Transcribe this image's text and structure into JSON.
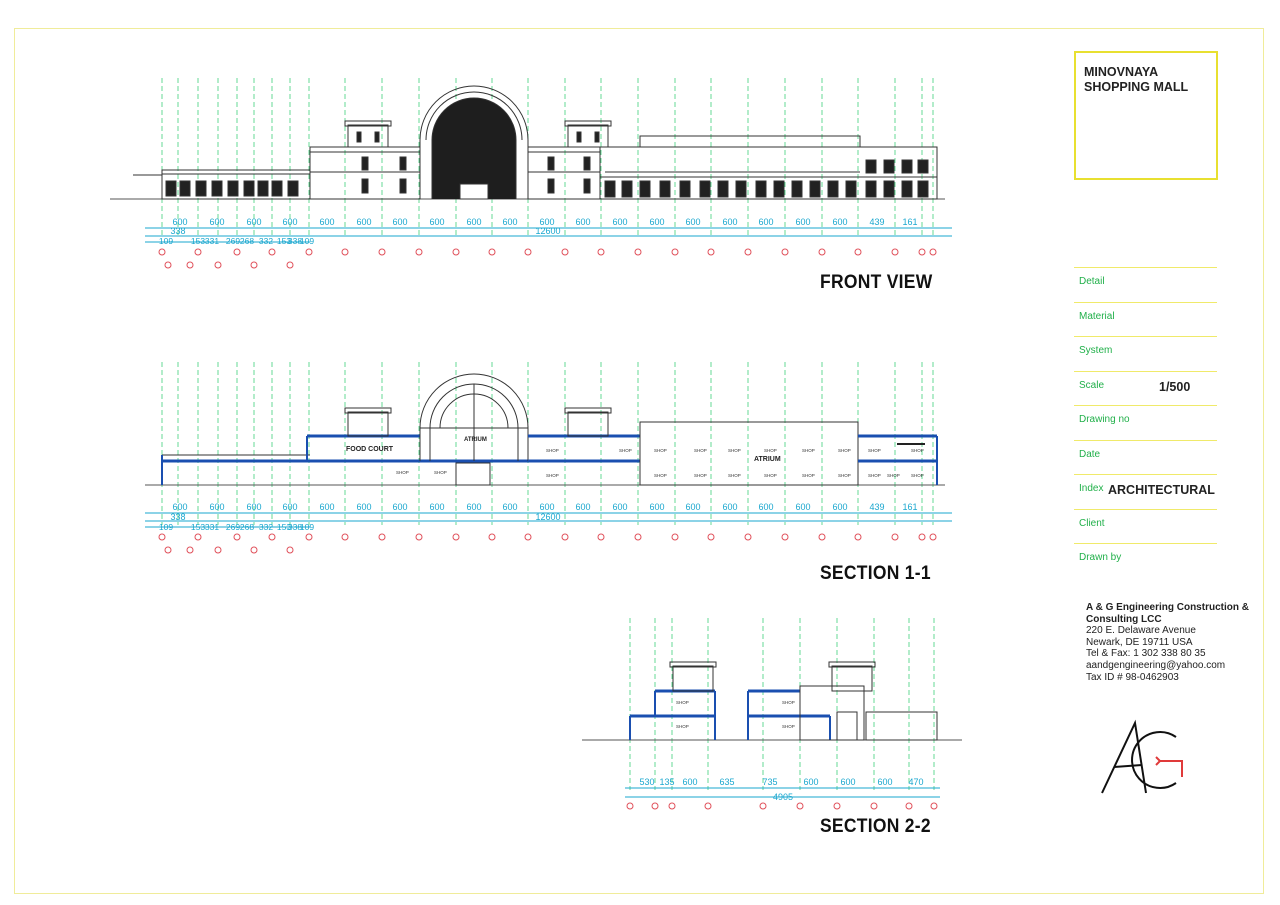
{
  "project": {
    "title_line1": "MINOVNAYA",
    "title_line2": "SHOPPING MALL"
  },
  "views": {
    "front": "FRONT VIEW",
    "section11": "SECTION 1-1",
    "section22": "SECTION 2-2"
  },
  "room_labels": {
    "food_court": "FOOD COURT",
    "atrium": "ATRIUM",
    "shop": "SHOP"
  },
  "dimensions": {
    "main_row_labels": [
      "600",
      "600",
      "600",
      "600",
      "600",
      "600",
      "600",
      "600",
      "600",
      "600",
      "600",
      "600",
      "600",
      "600",
      "600",
      "600",
      "600",
      "600",
      "600",
      "439",
      "161"
    ],
    "main_total_label": "338",
    "main_overall": "12600",
    "main_sub_labels": [
      "109",
      "153",
      "331",
      "269",
      "268",
      "332",
      "153",
      "338",
      "109"
    ],
    "section22_labels": [
      "530",
      "135",
      "600",
      "635",
      "735",
      "600",
      "600",
      "600",
      "470"
    ],
    "section22_total": "4905"
  },
  "title_block": {
    "fields": [
      {
        "label": "Detail",
        "value": ""
      },
      {
        "label": "Material",
        "value": ""
      },
      {
        "label": "System",
        "value": ""
      },
      {
        "label": "Scale",
        "value": "1/500"
      },
      {
        "label": "Drawing no",
        "value": ""
      },
      {
        "label": "Date",
        "value": ""
      },
      {
        "label": "Index",
        "value": "ARCHITECTURAL"
      },
      {
        "label": "Client",
        "value": ""
      },
      {
        "label": "Drawn by",
        "value": ""
      }
    ]
  },
  "company": {
    "name_line1": "A & G Engineering Construction &",
    "name_line2": "Consulting LCC",
    "address1": "220 E. Delaware Avenue",
    "address2": "Newark, DE 19711 USA",
    "phone": "Tel & Fax: 1 302 338 80 35",
    "email": "aandgengineering@yahoo.com",
    "tax": "Tax ID # 98-0462903"
  },
  "colors": {
    "grid_line": "#3fd07a",
    "dimension": "#1aa7cf",
    "marker": "#e0505a",
    "structure": "#1a4fb0",
    "ink": "#333333",
    "title_frame": "#e8e030",
    "field_label": "#21b04a"
  },
  "logo": {
    "icon": "ag-logo-icon"
  }
}
